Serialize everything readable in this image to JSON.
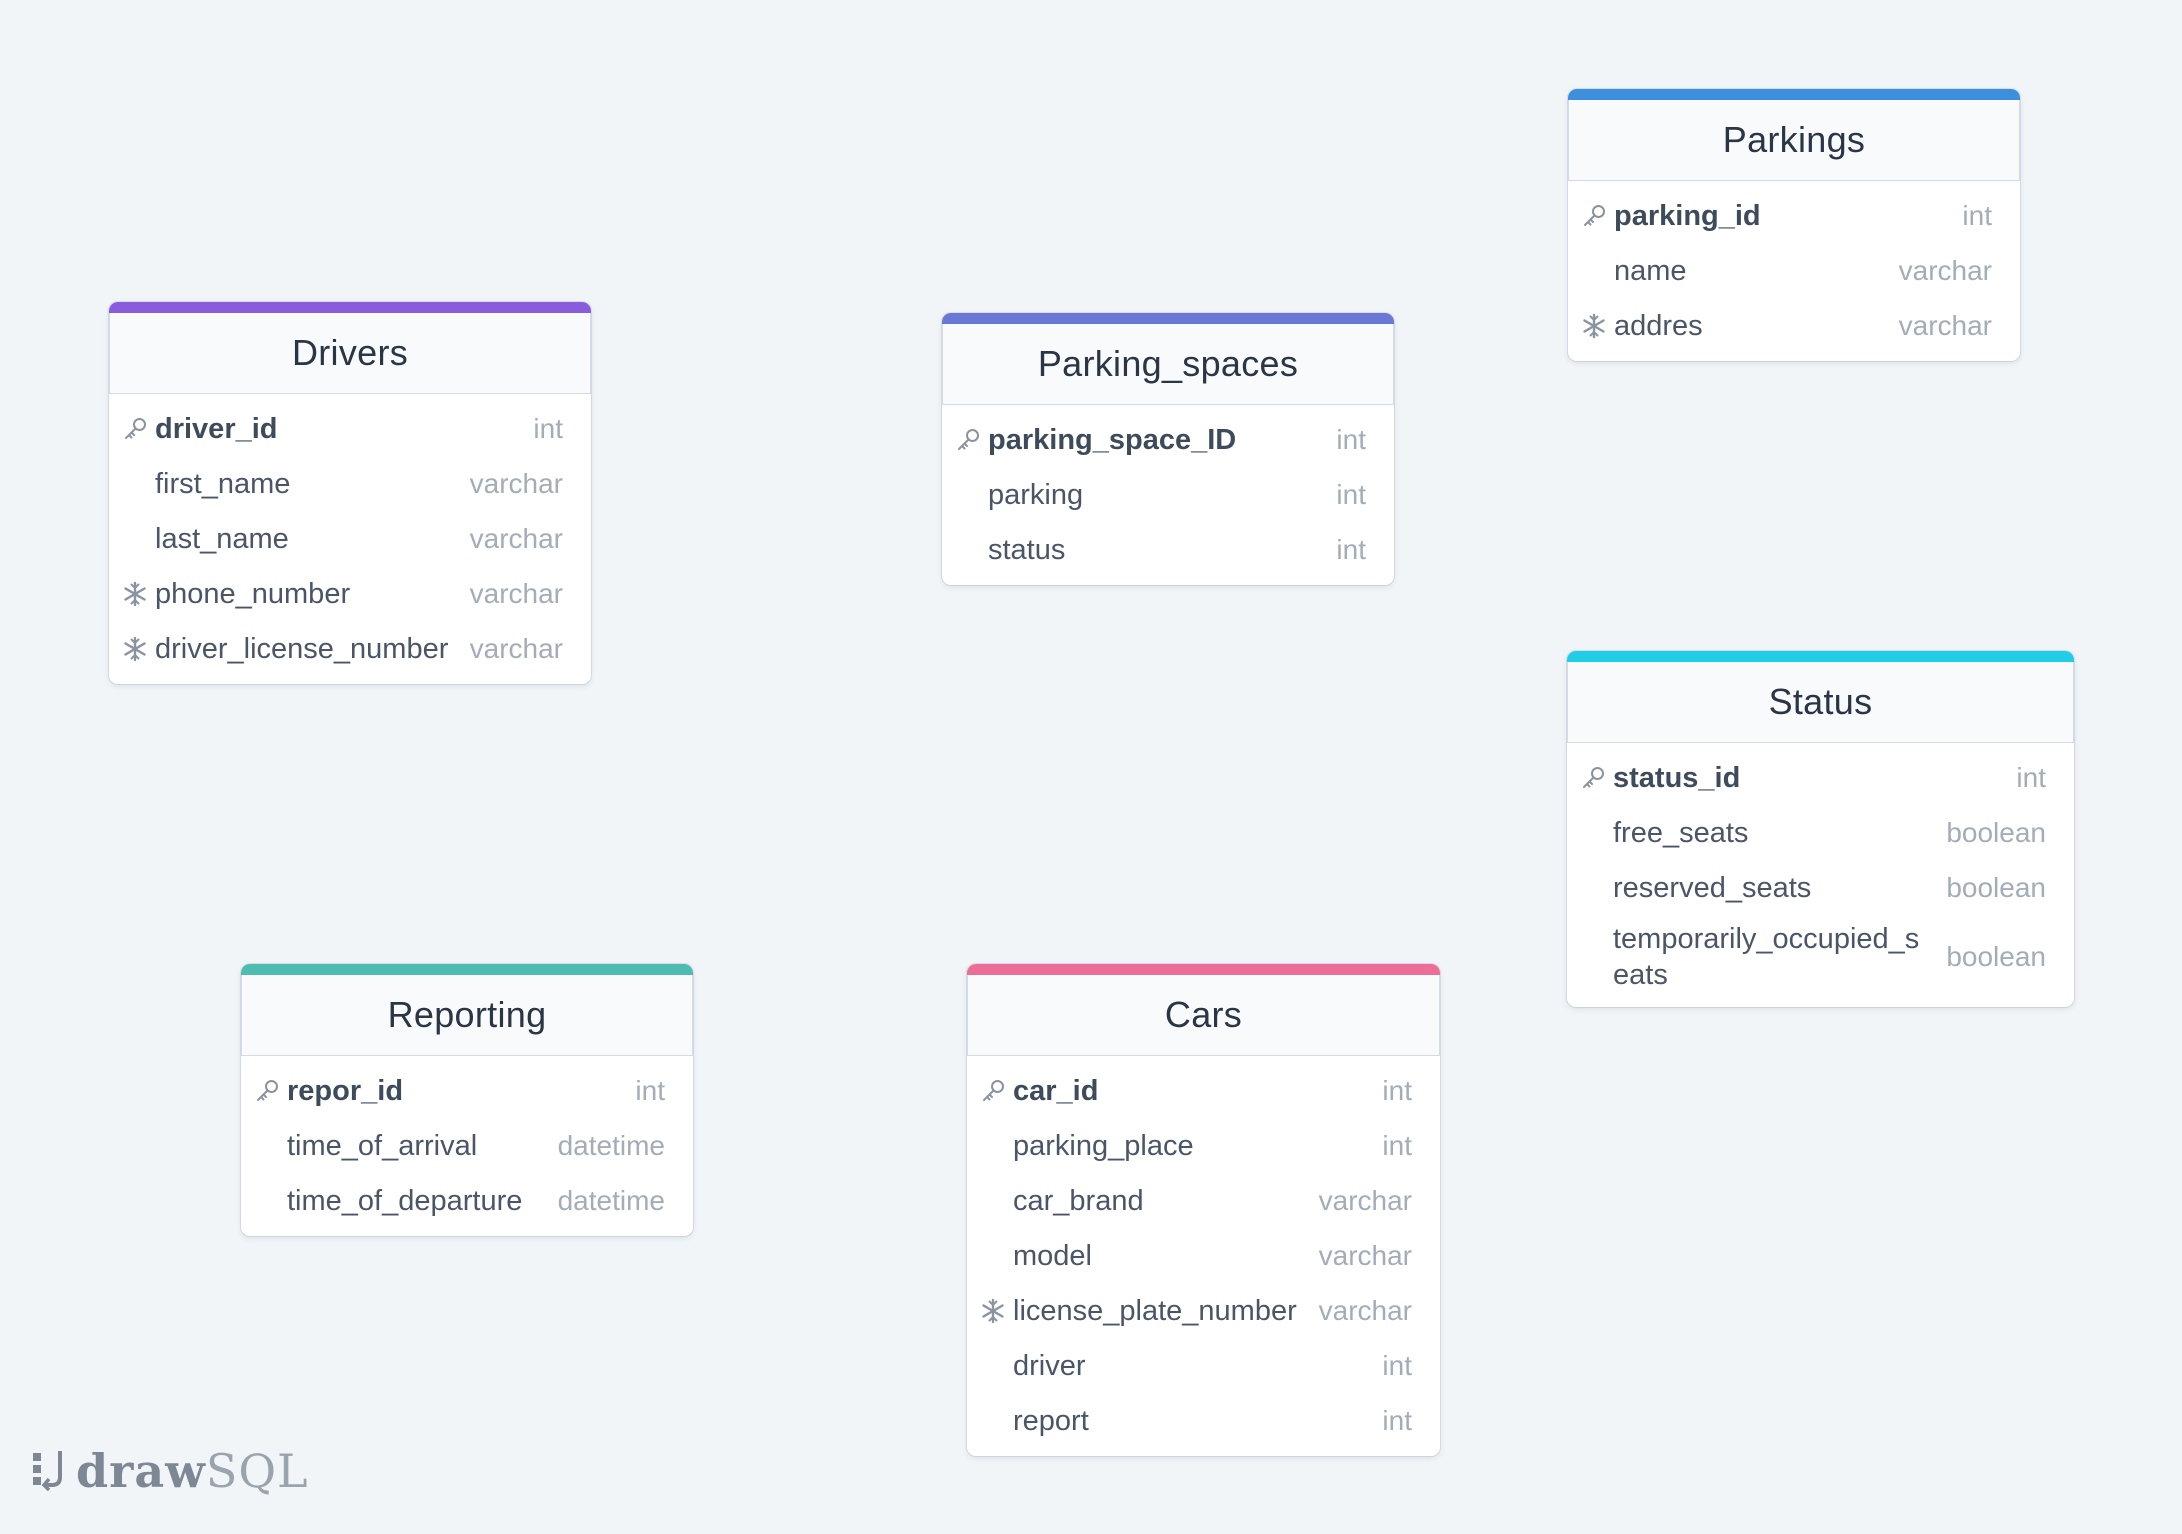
{
  "tables": {
    "drivers": {
      "title": "Drivers",
      "color": "#8a5cdd",
      "columns": [
        {
          "name": "driver_id",
          "type": "int",
          "key": "primary"
        },
        {
          "name": "first_name",
          "type": "varchar",
          "key": ""
        },
        {
          "name": "last_name",
          "type": "varchar",
          "key": ""
        },
        {
          "name": "phone_number",
          "type": "varchar",
          "key": "unique"
        },
        {
          "name": "driver_license_number",
          "type": "varchar",
          "key": "unique"
        }
      ]
    },
    "parking_spaces": {
      "title": "Parking_spaces",
      "color": "#6b77d4",
      "columns": [
        {
          "name": "parking_space_ID",
          "type": "int",
          "key": "primary"
        },
        {
          "name": "parking",
          "type": "int",
          "key": ""
        },
        {
          "name": "status",
          "type": "int",
          "key": ""
        }
      ]
    },
    "parkings": {
      "title": "Parkings",
      "color": "#3b8fdc",
      "columns": [
        {
          "name": "parking_id",
          "type": "int",
          "key": "primary"
        },
        {
          "name": "name",
          "type": "varchar",
          "key": ""
        },
        {
          "name": "addres",
          "type": "varchar",
          "key": "unique"
        }
      ]
    },
    "status": {
      "title": "Status",
      "color": "#22cde6",
      "columns": [
        {
          "name": "status_id",
          "type": "int",
          "key": "primary"
        },
        {
          "name": "free_seats",
          "type": "boolean",
          "key": ""
        },
        {
          "name": "reserved_seats",
          "type": "boolean",
          "key": ""
        },
        {
          "name": "temporarily_occupied_seats",
          "name_line1": "temporarily_occupied_s",
          "name_line2": "eats",
          "type": "boolean",
          "key": ""
        }
      ]
    },
    "reporting": {
      "title": "Reporting",
      "color": "#4ebcb0",
      "columns": [
        {
          "name": "repor_id",
          "type": "int",
          "key": "primary"
        },
        {
          "name": "time_of_arrival",
          "type": "datetime",
          "key": ""
        },
        {
          "name": "time_of_departure",
          "type": "datetime",
          "key": ""
        }
      ]
    },
    "cars": {
      "title": "Cars",
      "color": "#ec6e97",
      "columns": [
        {
          "name": "car_id",
          "type": "int",
          "key": "primary"
        },
        {
          "name": "parking_place",
          "type": "int",
          "key": ""
        },
        {
          "name": "car_brand",
          "type": "varchar",
          "key": ""
        },
        {
          "name": "model",
          "type": "varchar",
          "key": ""
        },
        {
          "name": "license_plate_number",
          "type": "varchar",
          "key": "unique"
        },
        {
          "name": "driver",
          "type": "int",
          "key": ""
        },
        {
          "name": "report",
          "type": "int",
          "key": ""
        }
      ]
    }
  },
  "icons": {
    "primary_key": "key-icon",
    "unique": "snowflake-icon"
  },
  "colors": {
    "background": "#f1f5f8",
    "header_text": "#2a3645",
    "column_text": "#4a5667",
    "type_text": "#a3adb8"
  },
  "logo": {
    "part1": "draw",
    "part2": "SQL"
  }
}
